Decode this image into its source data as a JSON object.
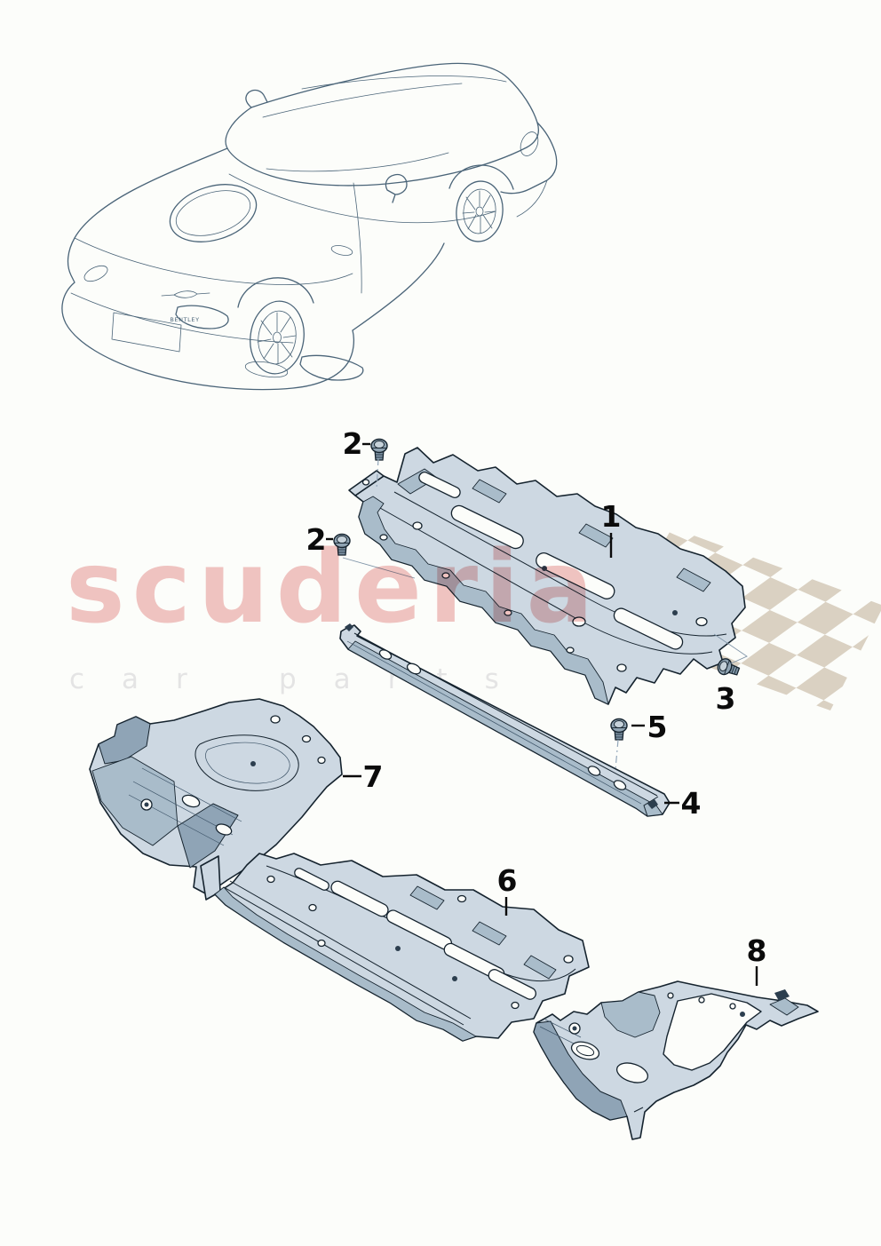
{
  "page": {
    "background_color": "#fcfdfa"
  },
  "watermark": {
    "brand": "scuderia",
    "tagline_words": [
      "car",
      "parts"
    ],
    "brand_color": "#f2c6c5",
    "tagline_color": "#e4e4e4"
  },
  "diagram": {
    "vehicle": {
      "badge": "BENTLEY",
      "view": "convertible-rear-three-quarter-line-art"
    },
    "colors": {
      "outline": "#15232e",
      "part_fill": "#cdd8e2",
      "part_shade": "#8fa4b6",
      "flag_beige": "#dad1c2",
      "car_line": "#4a6478",
      "callout": "#0b0b0b"
    },
    "callouts": [
      {
        "id": "2-top",
        "label": "2",
        "has_screw": true
      },
      {
        "id": "2-left",
        "label": "2",
        "has_screw": true
      },
      {
        "id": "1",
        "label": "1",
        "has_screw": false
      },
      {
        "id": "3",
        "label": "3",
        "has_screw": true
      },
      {
        "id": "5",
        "label": "5",
        "has_screw": true
      },
      {
        "id": "4",
        "label": "4",
        "has_screw": false
      },
      {
        "id": "7",
        "label": "7",
        "has_screw": false
      },
      {
        "id": "6",
        "label": "6",
        "has_screw": false
      },
      {
        "id": "8",
        "label": "8",
        "has_screw": false
      }
    ]
  }
}
